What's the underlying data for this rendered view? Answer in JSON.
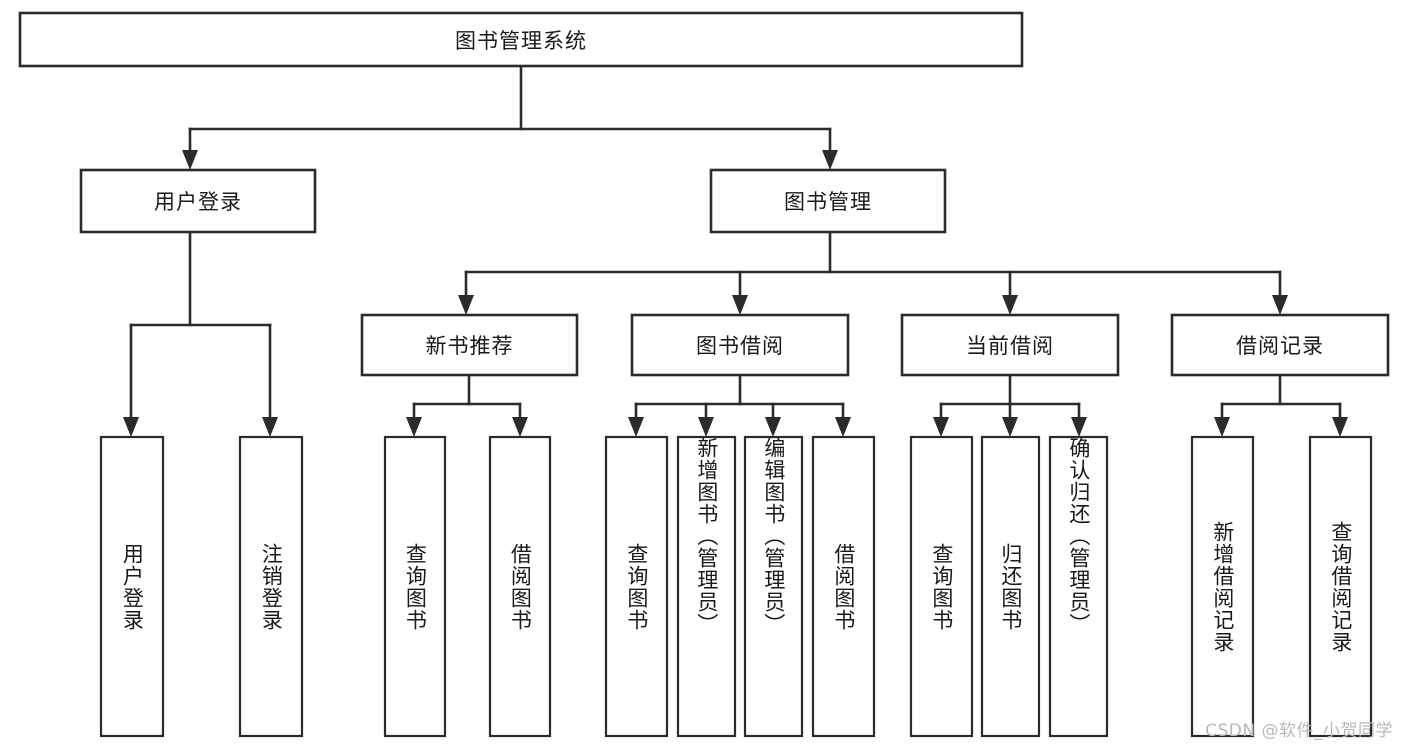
{
  "diagram": {
    "type": "tree-hierarchy",
    "title": "图书管理系统",
    "watermark": "CSDN @软件_小贺同学",
    "colors": {
      "box_stroke": "#2b2b2b",
      "box_fill": "#ffffff",
      "text": "#1a1a1a",
      "background": "#ffffff",
      "watermark": "#b9b9b9"
    },
    "levels": {
      "root": {
        "label": "图书管理系统"
      },
      "level2": [
        {
          "label": "用户登录"
        },
        {
          "label": "图书管理"
        }
      ],
      "level3": [
        {
          "label": "新书推荐"
        },
        {
          "label": "图书借阅"
        },
        {
          "label": "当前借阅"
        },
        {
          "label": "借阅记录"
        }
      ]
    },
    "leaves": {
      "user_login": [
        {
          "label": "用户登录"
        },
        {
          "label": "注销登录"
        }
      ],
      "new_book_recommend": [
        {
          "label": "查询图书"
        },
        {
          "label": "借阅图书"
        }
      ],
      "book_borrow": [
        {
          "label": "查询图书"
        },
        {
          "label": "新增图书（管理员）"
        },
        {
          "label": "编辑图书（管理员）"
        },
        {
          "label": "借阅图书"
        }
      ],
      "current_borrow": [
        {
          "label": "查询图书"
        },
        {
          "label": "归还图书"
        },
        {
          "label": "确认归还（管理员）"
        }
      ],
      "borrow_record": [
        {
          "label": "新增借阅记录"
        },
        {
          "label": "查询借阅记录"
        }
      ]
    }
  }
}
